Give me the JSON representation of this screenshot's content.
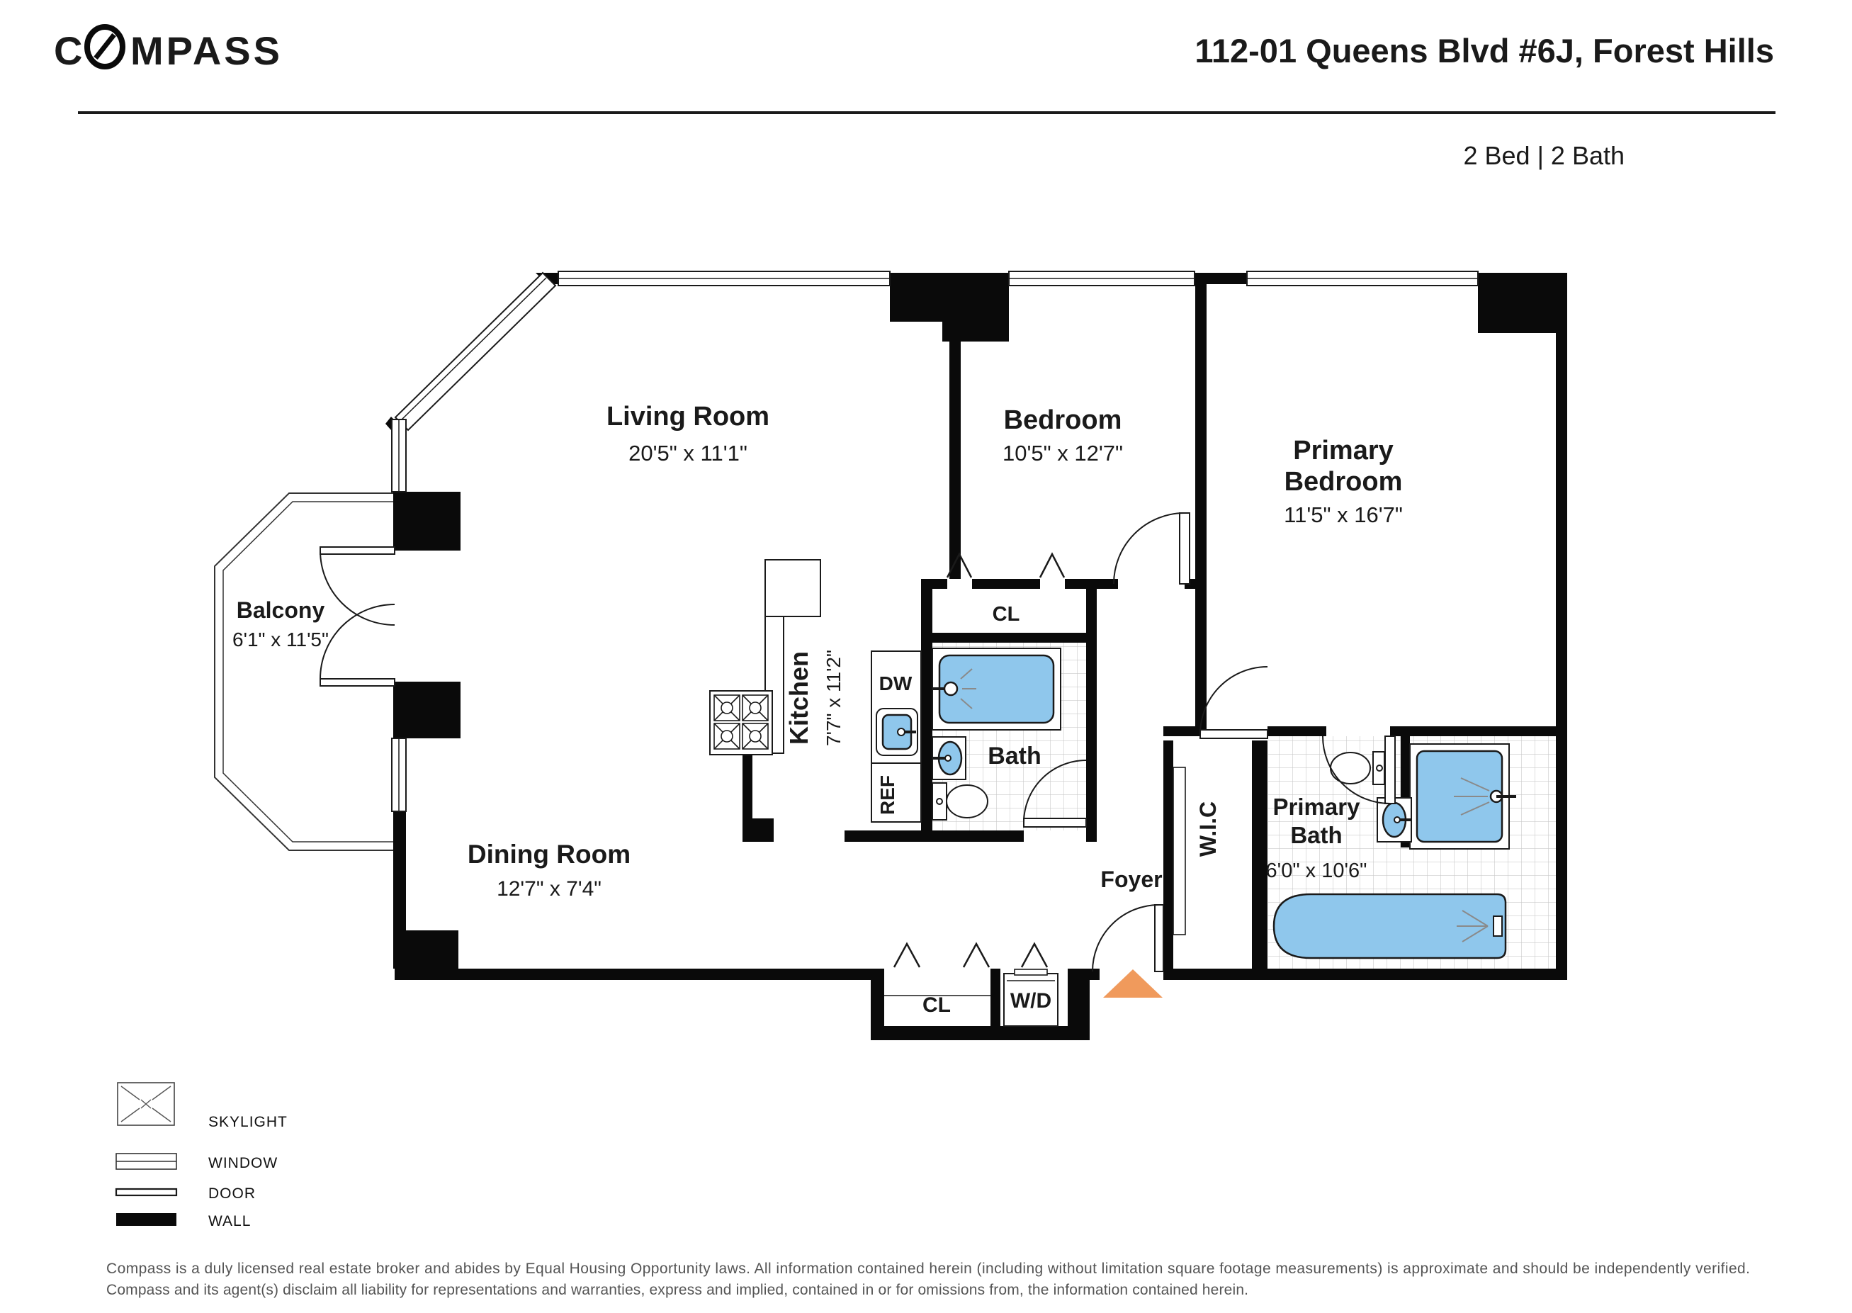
{
  "header": {
    "brand": "COMPASS",
    "logo_left": "C",
    "logo_right": "MPASS",
    "title": "112-01 Queens Blvd #6J, Forest Hills",
    "subtitle": "2 Bed | 2 Bath"
  },
  "rooms": {
    "living": {
      "name": "Living Room",
      "dims": "20'5\" x 11'1\""
    },
    "dining": {
      "name": "Dining Room",
      "dims": "12'7\" x 7'4\""
    },
    "bedroom": {
      "name": "Bedroom",
      "dims": "10'5\" x 12'7\""
    },
    "primary_bedroom": {
      "line1": "Primary",
      "line2": "Bedroom",
      "dims": "11'5\" x 16'7\""
    },
    "balcony": {
      "name": "Balcony",
      "dims": "6'1\" x 11'5\""
    },
    "kitchen": {
      "name": "Kitchen",
      "dims": "7'7\" x 11'2\""
    },
    "bath": {
      "name": "Bath"
    },
    "primary_bath": {
      "line1": "Primary",
      "line2": "Bath",
      "dims": "6'0\" x 10'6\""
    },
    "foyer": {
      "name": "Foyer"
    },
    "wic": {
      "name": "W.I.C"
    }
  },
  "labels": {
    "closet_hall": "CL",
    "closet_entry": "CL",
    "washer_dryer": "W/D",
    "dishwasher": "DW",
    "refrigerator": "REF"
  },
  "legend": {
    "items": [
      {
        "label": "SKYLIGHT"
      },
      {
        "label": "WINDOW"
      },
      {
        "label": "DOOR"
      },
      {
        "label": "WALL"
      }
    ]
  },
  "disclaimer": {
    "line1": "Compass is a duly licensed real estate broker and abides by Equal Housing Opportunity laws.  All information contained herein (including without limitation square footage measurements) is approximate and should be independently verified.",
    "line2": "Compass and its agent(s) disclaim all liability for representations and warranties, express and implied, contained in or for omissions from, the information contained herein."
  },
  "colors": {
    "fixture_blue": "#8FC7EC",
    "entry_marker_orange": "#F09A5C",
    "wall_black": "#0A0A0A"
  }
}
